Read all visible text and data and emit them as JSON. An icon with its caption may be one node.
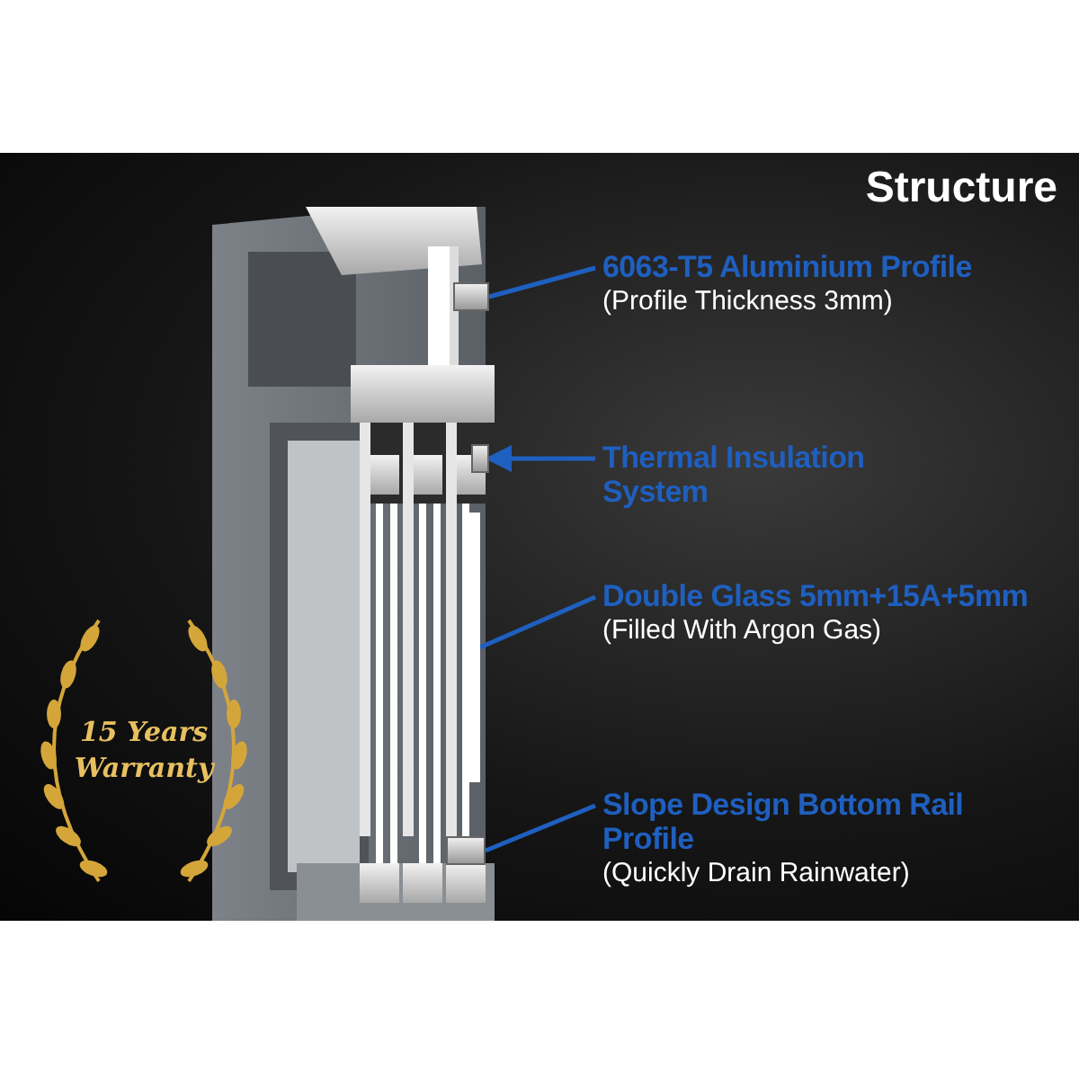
{
  "diagram": {
    "title": "Structure",
    "nodes": [
      {
        "text": [
          "6063-T5 Aluminium Profile",
          "(Profile Thickness 3mm)"
        ]
      },
      {
        "text": [
          "Thermal Insulation System"
        ]
      },
      {
        "text": [
          "Double Glass 5mm+15A+5mm",
          "(Filled With Argon Gas)"
        ]
      },
      {
        "text": [
          "Slope Design Bottom Rail Profile",
          "(Quickly Drain Rainwater)"
        ]
      },
      {
        "text": [],
        "shape": "box"
      },
      {
        "text": [],
        "shape": "box"
      },
      {
        "text": [],
        "shape": "bar"
      },
      {
        "text": [],
        "shape": "box"
      }
    ],
    "edges": [
      {
        "from": 0,
        "to": 4,
        "arrow": "none",
        "color": "#1f5fbf"
      },
      {
        "from": 1,
        "to": 5,
        "arrow": "to",
        "color": "#1f5fbf"
      },
      {
        "from": 2,
        "to": 6,
        "arrow": "none",
        "color": "#1f5fbf"
      },
      {
        "from": 3,
        "to": 7,
        "arrow": "none",
        "color": "#1f5fbf"
      }
    ],
    "labels": [
      "15 Years Warranty"
    ]
  }
}
